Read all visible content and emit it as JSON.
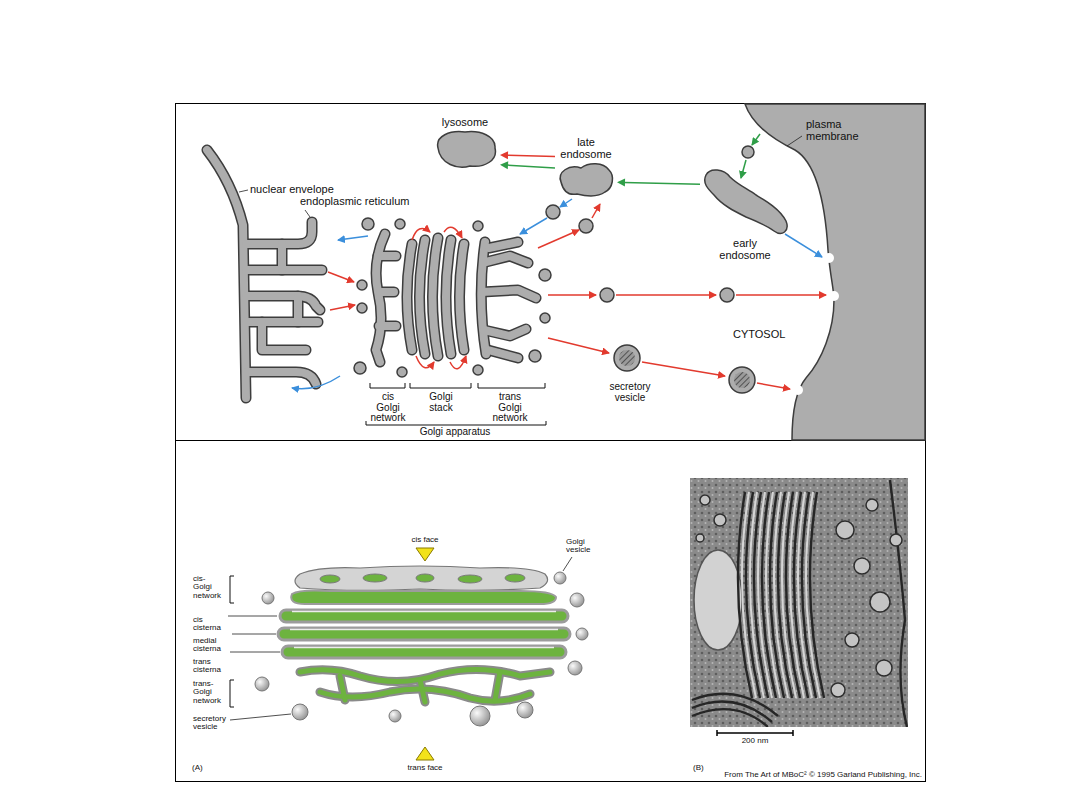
{
  "diagram": {
    "nodes": [
      {
        "text": [
          "lysosome"
        ]
      },
      {
        "text": [
          "late endosome"
        ]
      },
      {
        "text": [
          "early endosome"
        ]
      }
    ],
    "edges": [
      {
        "from": 1,
        "to": 0,
        "arrow": "to"
      },
      {
        "from": 1,
        "to": 0,
        "arrow": "to"
      },
      {
        "from": 2,
        "to": 1,
        "arrow": "to"
      }
    ],
    "labels": [
      "nuclear envelope",
      "endoplasmic reticulum",
      "plasma membrane",
      "CYTOSOL",
      "cis Golgi network",
      "Golgi stack",
      "trans Golgi network",
      "Golgi apparatus",
      "secretory vesicle",
      "cis face",
      "Golgi vesicle",
      "cis-Golgi network",
      "cis cisterna",
      "medial cisterna",
      "trans cisterna",
      "trans-Golgi network",
      "secretory vesicle",
      "trans face",
      "(A)",
      "(B)",
      "200 nm",
      "From The Art of MBoC² © 1995 Garland Publishing, Inc."
    ]
  }
}
